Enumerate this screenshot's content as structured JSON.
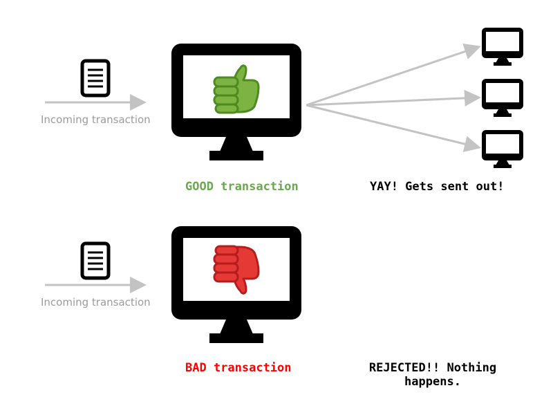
{
  "top_flow": {
    "incoming_label": "Incoming transaction",
    "verdict_label": "GOOD transaction",
    "verdict_color": "#6aa84f",
    "outcome_label": "YAY! Gets sent out!"
  },
  "bottom_flow": {
    "incoming_label": "Incoming transaction",
    "verdict_label": "BAD transaction",
    "verdict_color": "#ff0000",
    "outcome_line1": "REJECTED!! Nothing",
    "outcome_line2": "happens."
  },
  "colors": {
    "arrow": "#c3c3c3",
    "monitor": "#000000",
    "thumbs_up_fill": "#7cb342",
    "thumbs_up_stroke": "#4e8a1e",
    "thumbs_down_fill": "#e53935",
    "thumbs_down_stroke": "#b71c1c"
  },
  "icons": {
    "document": "document-icon",
    "node_monitor": "monitor-icon",
    "approve": "thumbs-up-icon",
    "reject": "thumbs-down-icon",
    "peer": "peer-monitor-icon"
  }
}
